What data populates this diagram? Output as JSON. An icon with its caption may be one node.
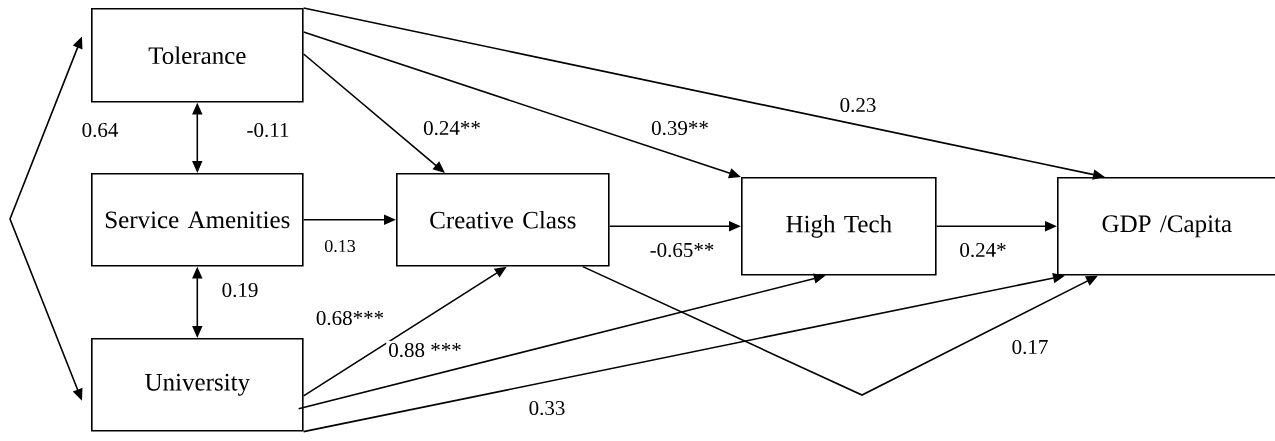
{
  "diagram": {
    "nodes": [
      {
        "text": [
          "Tolerance"
        ]
      },
      {
        "text": [
          "Service Amenities"
        ]
      },
      {
        "text": [
          "Creative Class"
        ]
      },
      {
        "text": [
          "High Tech"
        ]
      },
      {
        "text": [
          "GDP /Capita"
        ]
      },
      {
        "text": [
          "University"
        ]
      }
    ],
    "edges": [
      {
        "from": 0,
        "to": 5,
        "arrow": "both",
        "label": "0.64"
      },
      {
        "from": 0,
        "to": 1,
        "arrow": "both",
        "label": "-0.11"
      },
      {
        "from": 1,
        "to": 5,
        "arrow": "both",
        "label": "0.19"
      },
      {
        "from": 1,
        "to": 2,
        "arrow": "to",
        "label": "0.13"
      },
      {
        "from": 0,
        "to": 2,
        "arrow": "to",
        "label": "0.24**"
      },
      {
        "from": 0,
        "to": 3,
        "arrow": "to",
        "label": "0.39**"
      },
      {
        "from": 0,
        "to": 4,
        "arrow": "to",
        "label": "0.23"
      },
      {
        "from": 2,
        "to": 3,
        "arrow": "to",
        "label": "-0.65**"
      },
      {
        "from": 3,
        "to": 4,
        "arrow": "to",
        "label": "0.24*"
      },
      {
        "from": 5,
        "to": 2,
        "arrow": "to",
        "label": "0.68***"
      },
      {
        "from": 5,
        "to": 3,
        "arrow": "to",
        "label": "0.88 ***"
      },
      {
        "from": 5,
        "to": 4,
        "arrow": "to",
        "label": "0.33"
      },
      {
        "from": 2,
        "to": 4,
        "arrow": "to",
        "label": "0.17"
      }
    ]
  }
}
